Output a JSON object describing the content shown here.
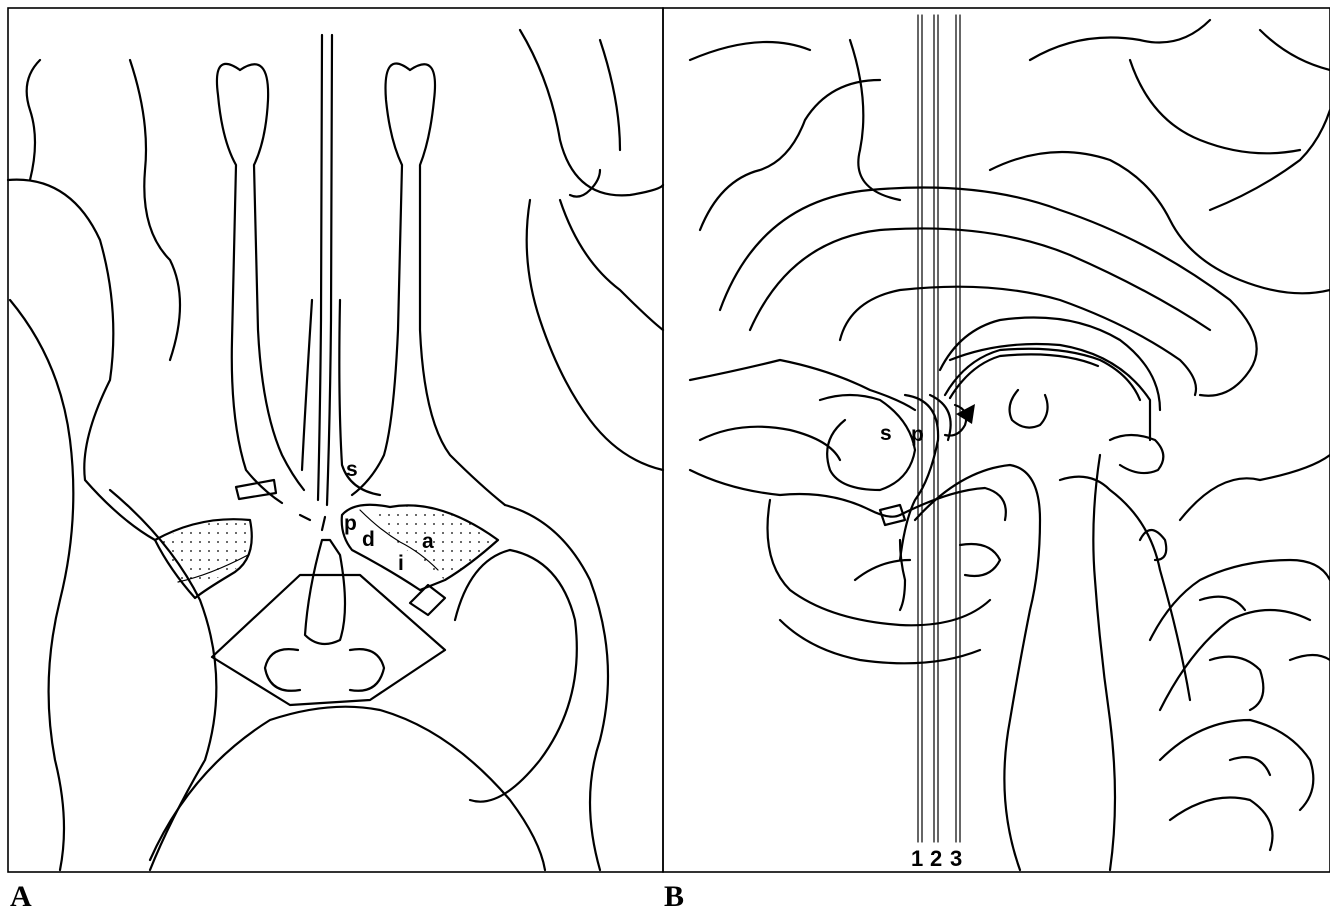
{
  "panels": [
    {
      "letter": "A",
      "labels": {
        "s": "s",
        "p": "p",
        "d": "d",
        "a": "a",
        "i": "i"
      }
    },
    {
      "letter": "B",
      "labels": {
        "s": "s",
        "p": "p"
      },
      "lines": [
        "1",
        "2",
        "3"
      ]
    }
  ],
  "colors": {
    "ink": "#000000",
    "background": "#ffffff"
  }
}
